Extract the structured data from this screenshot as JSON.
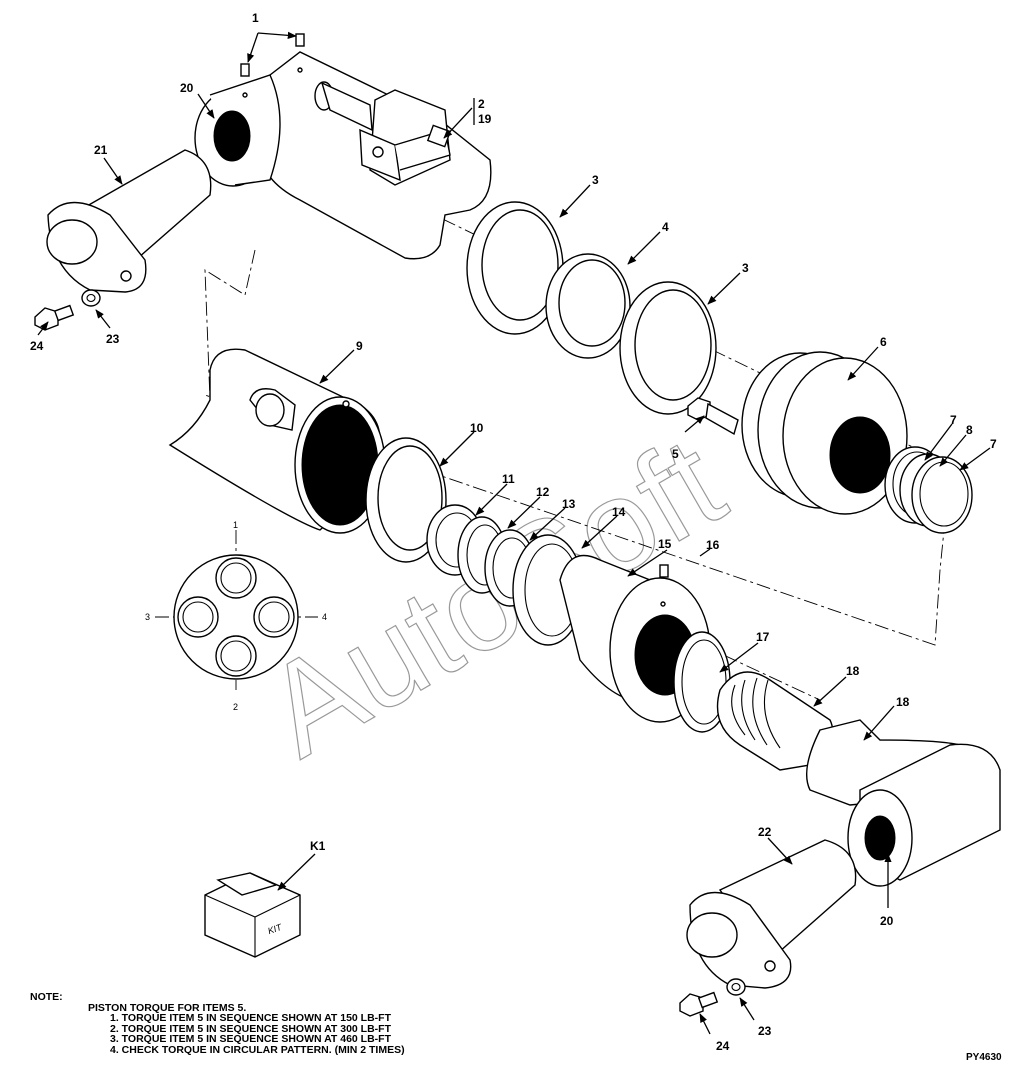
{
  "callouts": {
    "c1": "1",
    "c2": "2",
    "c19": "19",
    "c20a": "20",
    "c21": "21",
    "c3a": "3",
    "c4": "4",
    "c3b": "3",
    "c6": "6",
    "c24a": "24",
    "c23a": "23",
    "c9": "9",
    "c10": "10",
    "c5": "5",
    "c7a": "7",
    "c8": "8",
    "c7b": "7",
    "c11": "11",
    "c12": "12",
    "c13": "13",
    "c14": "14",
    "c15": "15",
    "c16": "16",
    "c17": "17",
    "c18a": "18",
    "c18b": "18",
    "c20b": "20",
    "c22": "22",
    "c23b": "23",
    "c24b": "24",
    "k1": "K1"
  },
  "sequence_labels": {
    "top": "1",
    "bottom": "2",
    "left": "3",
    "right": "4"
  },
  "kit_box_text": "KIT",
  "watermark": "AutoSoft",
  "note": {
    "heading": "NOTE:",
    "lines": [
      "PISTON TORQUE FOR ITEMS 5.",
      "1. TORQUE ITEM 5 IN SEQUENCE SHOWN AT 150 LB-FT",
      "2. TORQUE ITEM 5 IN SEQUENCE SHOWN AT 300 LB-FT",
      "3. TORQUE ITEM 5 IN SEQUENCE SHOWN AT 460 LB-FT",
      "4. CHECK TORQUE IN CIRCULAR PATTERN. (MIN 2 TIMES)"
    ]
  },
  "drawing_code": "PY4630"
}
